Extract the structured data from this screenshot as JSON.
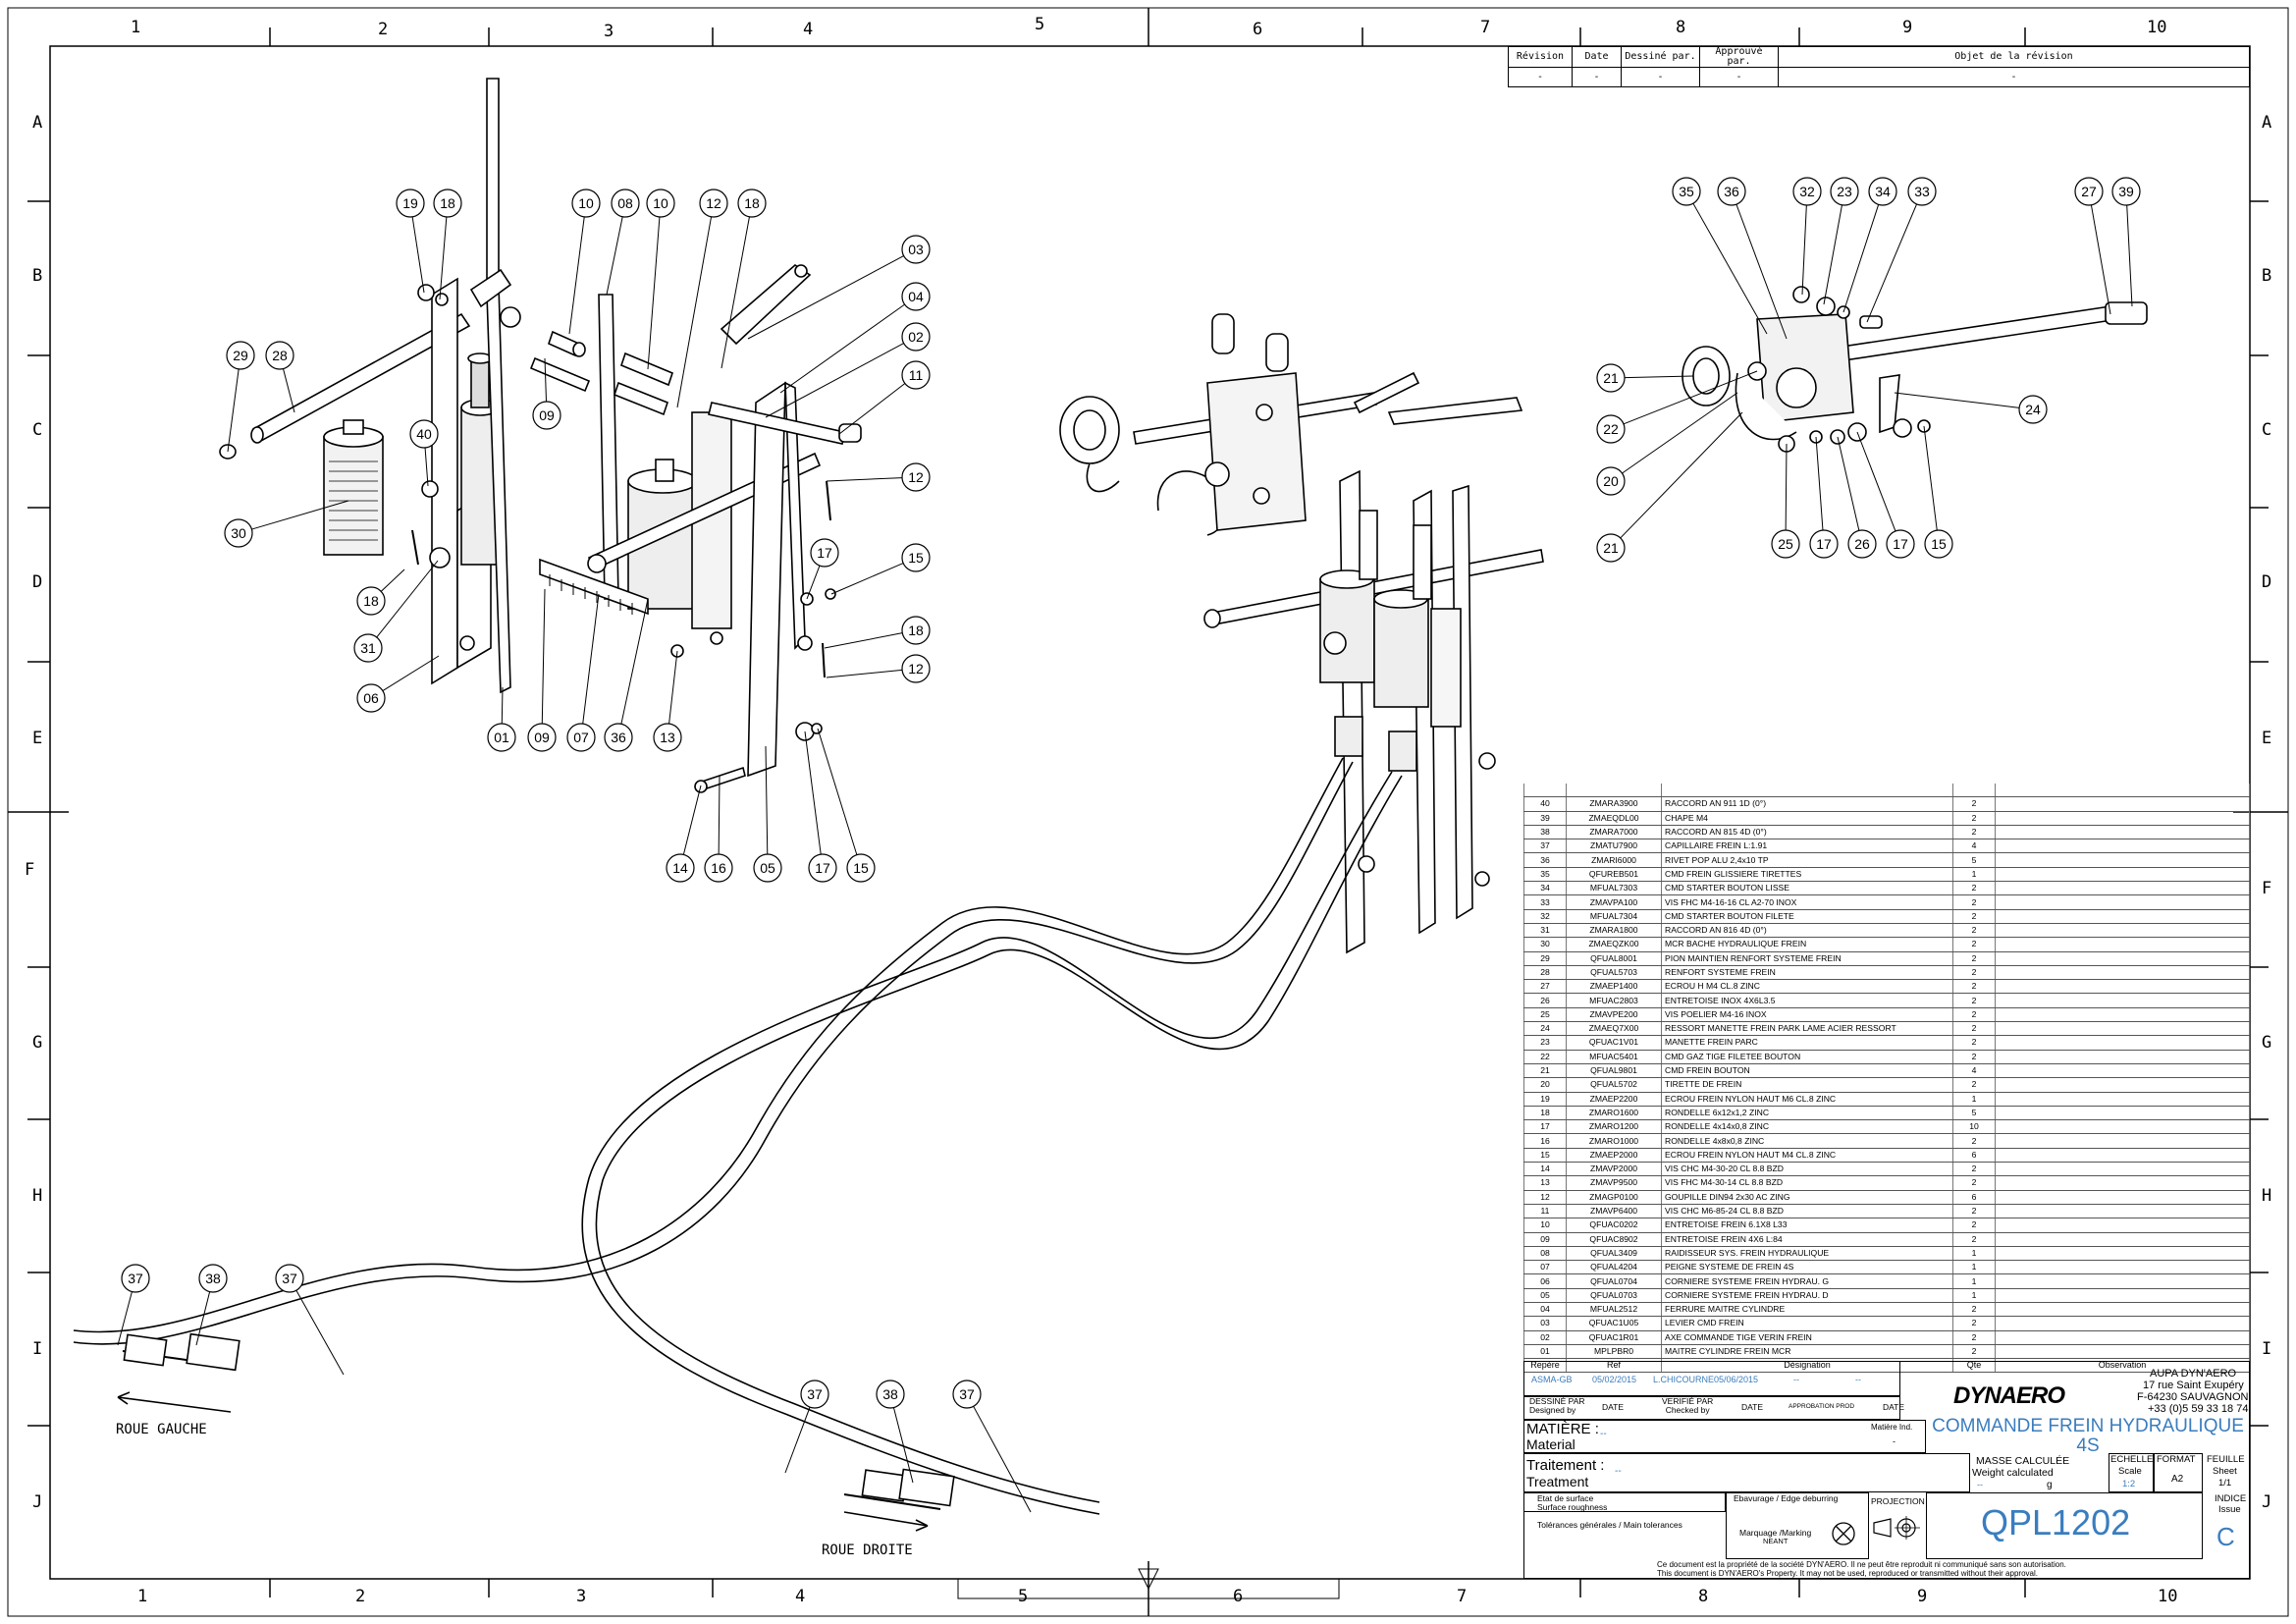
{
  "grid": {
    "top_cols": [
      "1",
      "2",
      "3",
      "4",
      "5",
      "6",
      "7",
      "8",
      "9",
      "10"
    ],
    "bottom_cols": [
      "1",
      "2",
      "3",
      "4",
      "5",
      "6",
      "7",
      "8",
      "9",
      "10"
    ],
    "rows": [
      "A",
      "B",
      "C",
      "D",
      "E",
      "F",
      "G",
      "H",
      "I",
      "J"
    ]
  },
  "revision_table": {
    "headers": [
      "Révision",
      "Date",
      "Dessiné par.",
      "Approuvé par.",
      "Objet de la révision"
    ],
    "values": [
      "-",
      "-",
      "-",
      "-",
      "-"
    ]
  },
  "balloons": [
    "19",
    "18",
    "10",
    "08",
    "10",
    "12",
    "18",
    "29",
    "28",
    "09",
    "40",
    "30",
    "18",
    "31",
    "06",
    "03",
    "04",
    "02",
    "11",
    "12",
    "17",
    "15",
    "18",
    "12",
    "01",
    "09",
    "07",
    "36",
    "13",
    "14",
    "16",
    "05",
    "17",
    "15",
    "35",
    "36",
    "32",
    "23",
    "34",
    "33",
    "27",
    "39",
    "21",
    "22",
    "20",
    "21",
    "24",
    "25",
    "17",
    "26",
    "17",
    "15",
    "37",
    "38",
    "37",
    "37",
    "38",
    "37"
  ],
  "labels": {
    "roue_gauche": "ROUE GAUCHE",
    "roue_droite": "ROUE DROITE"
  },
  "parts_list": {
    "rows": [
      [
        "40",
        "ZMARA3900",
        "RACCORD AN 911 1D (0°)",
        "2"
      ],
      [
        "39",
        "ZMAEQDL00",
        "CHAPE M4",
        "2"
      ],
      [
        "38",
        "ZMARA7000",
        "RACCORD AN 815 4D (0°)",
        "2"
      ],
      [
        "37",
        "ZMATU7900",
        "CAPILLAIRE FREIN L:1.91",
        "4"
      ],
      [
        "36",
        "ZMARI6000",
        "RIVET POP ALU 2,4x10 TP",
        "5"
      ],
      [
        "35",
        "QFUREB501",
        "CMD FREIN GLISSIERE TIRETTES",
        "1"
      ],
      [
        "34",
        "MFUAL7303",
        "CMD STARTER BOUTON LISSE",
        "2"
      ],
      [
        "33",
        "ZMAVPA100",
        "VIS FHC M4-16-16 CL A2-70 INOX",
        "2"
      ],
      [
        "32",
        "MFUAL7304",
        "CMD STARTER BOUTON FILETE",
        "2"
      ],
      [
        "31",
        "ZMARA1800",
        "RACCORD AN 816 4D (0°)",
        "2"
      ],
      [
        "30",
        "ZMAEQZK00",
        "MCR BACHE HYDRAULIQUE FREIN",
        "2"
      ],
      [
        "29",
        "QFUAL8001",
        "PION MAINTIEN RENFORT SYSTEME FREIN",
        "2"
      ],
      [
        "28",
        "QFUAL5703",
        "RENFORT SYSTEME FREIN",
        "2"
      ],
      [
        "27",
        "ZMAEP1400",
        "ECROU H M4 CL.8 ZINC",
        "2"
      ],
      [
        "26",
        "MFUAC2803",
        "ENTRETOISE INOX 4X6L3.5",
        "2"
      ],
      [
        "25",
        "ZMAVPE200",
        "VIS POELIER M4-16 INOX",
        "2"
      ],
      [
        "24",
        "ZMAEQ7X00",
        "RESSORT MANETTE FREIN PARK LAME ACIER RESSORT",
        "2"
      ],
      [
        "23",
        "QFUAC1V01",
        "MANETTE FREIN PARC",
        "2"
      ],
      [
        "22",
        "MFUAC5401",
        "CMD GAZ TIGE FILETEE BOUTON",
        "2"
      ],
      [
        "21",
        "QFUAL9801",
        "CMD FREIN BOUTON",
        "4"
      ],
      [
        "20",
        "QFUAL5702",
        "TIRETTE DE FREIN",
        "2"
      ],
      [
        "19",
        "ZMAEP2200",
        "ECROU FREIN NYLON HAUT M6 CL.8 ZINC",
        "1"
      ],
      [
        "18",
        "ZMARO1600",
        "RONDELLE 6x12x1,2 ZINC",
        "5"
      ],
      [
        "17",
        "ZMARO1200",
        "RONDELLE 4x14x0,8 ZINC",
        "10"
      ],
      [
        "16",
        "ZMARO1000",
        "RONDELLE 4x8x0,8 ZINC",
        "2"
      ],
      [
        "15",
        "ZMAEP2000",
        "ECROU FREIN NYLON HAUT M4 CL.8 ZINC",
        "6"
      ],
      [
        "14",
        "ZMAVP2000",
        "VIS CHC M4-30-20 CL 8.8 BZD",
        "2"
      ],
      [
        "13",
        "ZMAVP9500",
        "VIS FHC M4-30-14 CL 8.8 BZD",
        "2"
      ],
      [
        "12",
        "ZMAGP0100",
        "GOUPILLE  DIN94 2x30 AC ZING",
        "6"
      ],
      [
        "11",
        "ZMAVP6400",
        "VIS CHC M6-85-24 CL 8.8 BZD",
        "2"
      ],
      [
        "10",
        "QFUAC0202",
        "ENTRETOISE FREIN 6.1X8 L33",
        "2"
      ],
      [
        "09",
        "QFUAC8902",
        "ENTRETOISE FREIN 4X6 L:84",
        "2"
      ],
      [
        "08",
        "QFUAL3409",
        "RAIDISSEUR SYS. FREIN HYDRAULIQUE",
        "1"
      ],
      [
        "07",
        "QFUAL4204",
        "PEIGNE SYSTEME DE FREIN 4S",
        "1"
      ],
      [
        "06",
        "QFUAL0704",
        "CORNIERE SYSTEME FREIN HYDRAU. G",
        "1"
      ],
      [
        "05",
        "QFUAL0703",
        "CORNIERE SYSTEME FREIN HYDRAU. D",
        "1"
      ],
      [
        "04",
        "MFUAL2512",
        "FERRURE MAITRE CYLINDRE",
        "2"
      ],
      [
        "03",
        "QFUAC1U05",
        "LEVIER CMD FREIN",
        "2"
      ],
      [
        "02",
        "QFUAC1R01",
        "AXE COMMANDE TIGE VERIN FREIN",
        "2"
      ],
      [
        "01",
        "MPLPBR0",
        "MAITRE CYLINDRE FREIN MCR",
        "2"
      ]
    ],
    "headers": [
      "Repère",
      "Ref",
      "Désignation",
      "Qte",
      "Observation"
    ]
  },
  "title_block": {
    "designer": "ASMA-GB",
    "designed_date": "05/02/2015",
    "checker": "L.CHICOURNE",
    "checked_date": "05/06/2015",
    "approval": "--",
    "approval_date": "--",
    "designed_by_label": "DESSINÉ PAR\nDesigned by",
    "date_label": "DATE",
    "checked_by_label": "VERIFIÉ PAR\nChecked by",
    "approval_label": "APPROBATION PROD",
    "company_logo": "DYNAERO",
    "company_name": "AUPA DYN'AERO",
    "address1": "17 rue Saint Exupéry",
    "address2": "F-64230 SAUVAGNON",
    "phone": "+33 (0)5 59 33 18 74",
    "matiere_label": "MATIÈRE :",
    "material_label": "Material",
    "matiere_value": "--",
    "matiere_ind_label": "Matière Ind.",
    "matiere_ind_value": "-",
    "title": "COMMANDE FREIN HYDRAULIQUE 4S",
    "traitement_label": "Traitement :",
    "treatment_label": "Treatment",
    "traitement_value": "--",
    "masse_label": "MASSE CALCULÉE",
    "weight_label": "Weight calculated",
    "masse_value": "--",
    "masse_unit": "g",
    "echelle_label": "ECHELLE",
    "scale_label": "Scale",
    "scale_value": "1:2",
    "format_label": "FORMAT",
    "format_value": "A2",
    "feuille_label": "FEUILLE",
    "sheet_label": "Sheet",
    "sheet_value": "1/1",
    "etat_label": "Etat de surface",
    "surface_label": "Surface roughness",
    "ebavurage_label": "Ebavurage / Edge deburring",
    "projection_label": "PROJECTION",
    "tolerances_label": "Tolérances générales / Main tolerances",
    "marquage_label": "Marquage /Marking",
    "marquage_value": "NEANT",
    "part_number": "QPL1202",
    "indice_label": "INDICE",
    "issue_label": "Issue",
    "indice_value": "C",
    "copyright1": "Ce document est la propriété de la société DYN'AERO. Il ne peut être reproduit ni communiqué sans son autorisation.",
    "copyright2": "This document is DYN'AERO's Property. It may not be used, reproduced or transmitted without their approval."
  }
}
